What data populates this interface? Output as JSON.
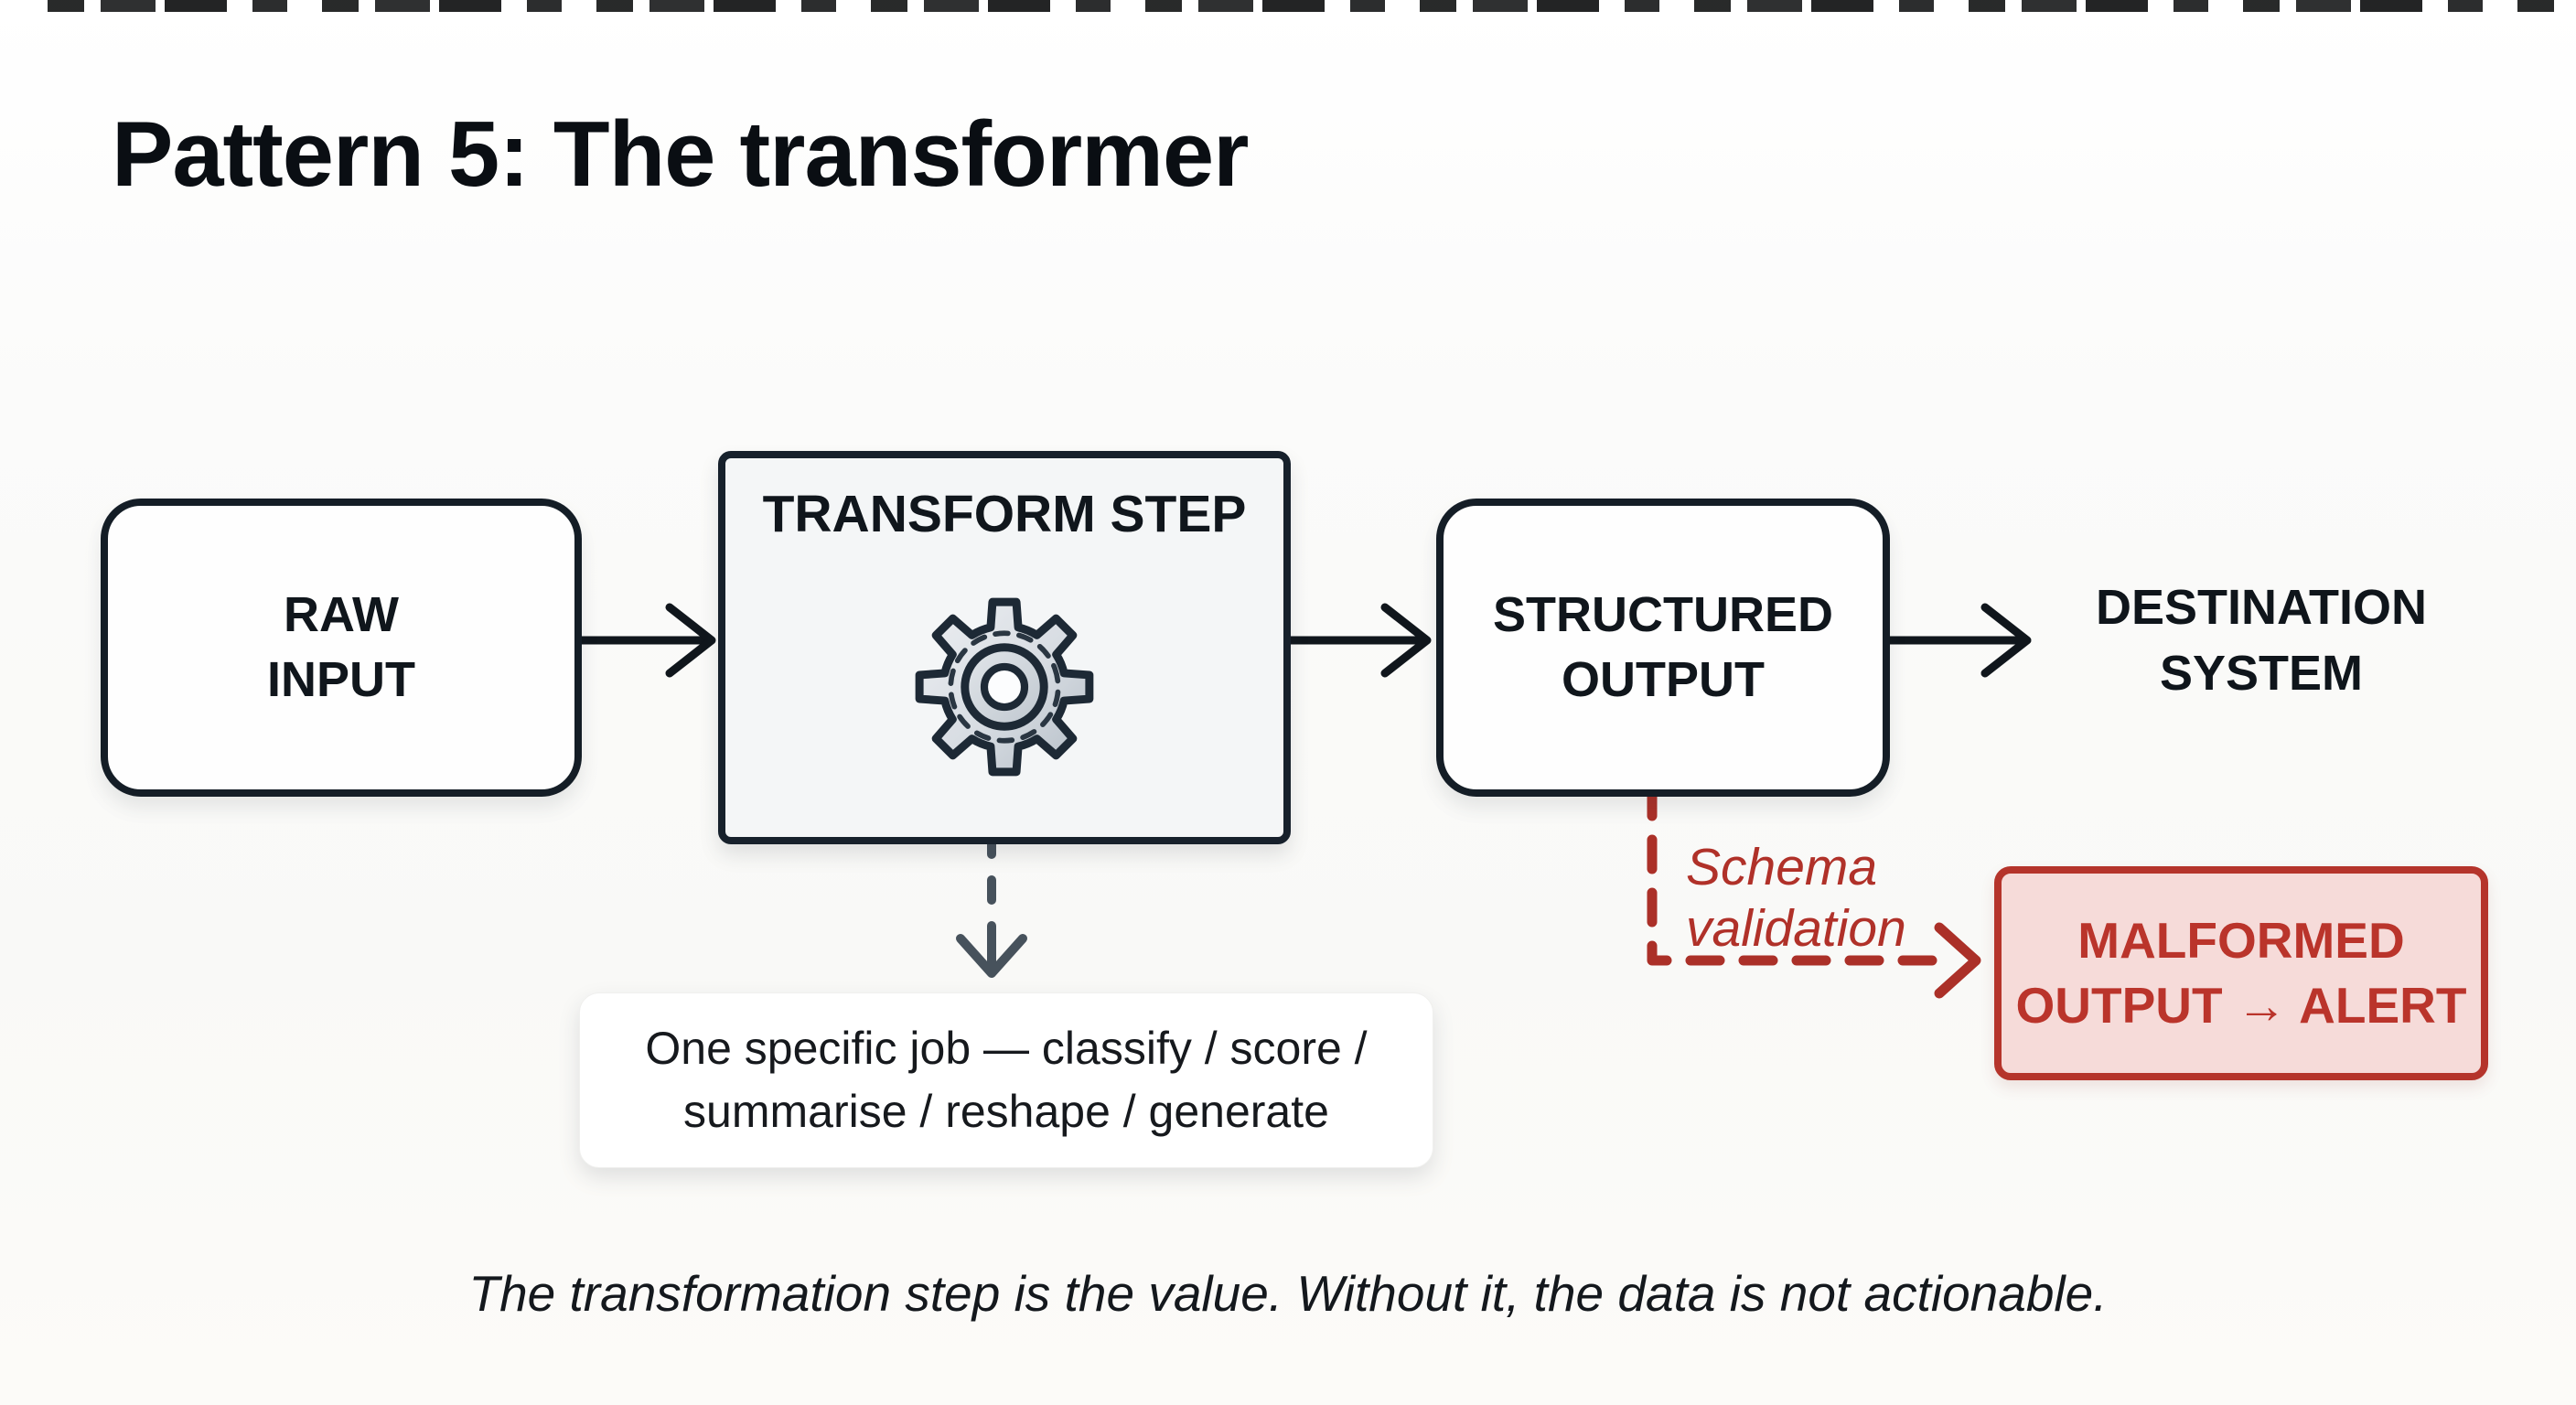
{
  "page": {
    "title": "Pattern 5: The transformer",
    "footer_note": "The transformation step is the value. Without it, the data is not actionable."
  },
  "diagram": {
    "nodes": {
      "raw_input": {
        "label": "RAW\nINPUT"
      },
      "transform_step": {
        "title": "TRANSFORM STEP",
        "icon": "gear-icon"
      },
      "structured_output": {
        "label": "STRUCTURED\nOUTPUT"
      },
      "destination_system": {
        "label": "DESTINATION\nSYSTEM"
      },
      "malformed_alert": {
        "label": "MALFORMED\nOUTPUT → ALERT"
      }
    },
    "annotations": {
      "transform_job_note": "One specific job — classify / score /\nsummarise / reshape / generate",
      "schema_validation_label": "Schema\nvalidation"
    },
    "flow": [
      "RAW INPUT → TRANSFORM STEP",
      "TRANSFORM STEP → STRUCTURED OUTPUT",
      "STRUCTURED OUTPUT → DESTINATION SYSTEM",
      "STRUCTURED OUTPUT → (schema validation) → MALFORMED OUTPUT → ALERT",
      "TRANSFORM STEP ⇣ one specific job note"
    ],
    "colors": {
      "node_border": "#141d26",
      "node_fill": "#fefefe",
      "transform_fill": "#f4f6f7",
      "connector_black": "#10161c",
      "connector_gray": "#47525c",
      "alert_red": "#b5342b",
      "alert_fill": "#f6dbd9",
      "alert_text": "#ba342b",
      "schema_label_red": "#b03129"
    }
  }
}
